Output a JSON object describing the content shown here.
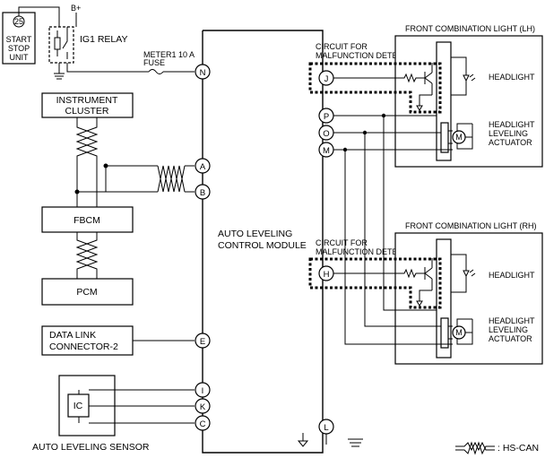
{
  "supply": {
    "bplus": "B+"
  },
  "start_stop": {
    "code": "25",
    "line1": "START",
    "line2": "STOP",
    "line3": "UNIT"
  },
  "ig1_relay": {
    "label": "IG1 RELAY"
  },
  "fuse": {
    "line1": "METER1 10 A",
    "line2": "FUSE"
  },
  "instrument_cluster": {
    "line1": "INSTRUMENT",
    "line2": "CLUSTER"
  },
  "fbcm": {
    "label": "FBCM"
  },
  "pcm": {
    "label": "PCM"
  },
  "dlc": {
    "line1": "DATA LINK",
    "line2": "CONNECTOR-2"
  },
  "sensor": {
    "ic": "IC",
    "label": "AUTO LEVELING SENSOR"
  },
  "module": {
    "line1": "AUTO LEVELING",
    "line2": "CONTROL MODULE"
  },
  "pins": {
    "n": "N",
    "a": "A",
    "b": "B",
    "e": "E",
    "i": "I",
    "k": "K",
    "c": "C",
    "j": "J",
    "p": "P",
    "o": "O",
    "m": "M",
    "h": "H",
    "l": "L"
  },
  "circuit_lh": {
    "line1": "CIRCUIT FOR",
    "line2": "MALFUNCTION DETECTION"
  },
  "circuit_rh": {
    "line1": "CIRCUIT FOR",
    "line2": "MALFUNCTION DETECTION"
  },
  "lh": {
    "title": "FRONT COMBINATION LIGHT (LH)",
    "headlight": "HEADLIGHT",
    "actuator_line1": "HEADLIGHT",
    "actuator_line2": "LEVELING",
    "actuator_line3": "ACTUATOR",
    "motor": "M"
  },
  "rh": {
    "title": "FRONT COMBINATION LIGHT (RH)",
    "headlight": "HEADLIGHT",
    "actuator_line1": "HEADLIGHT",
    "actuator_line2": "LEVELING",
    "actuator_line3": "ACTUATOR",
    "motor": "M"
  },
  "legend": {
    "label": ": HS-CAN"
  }
}
